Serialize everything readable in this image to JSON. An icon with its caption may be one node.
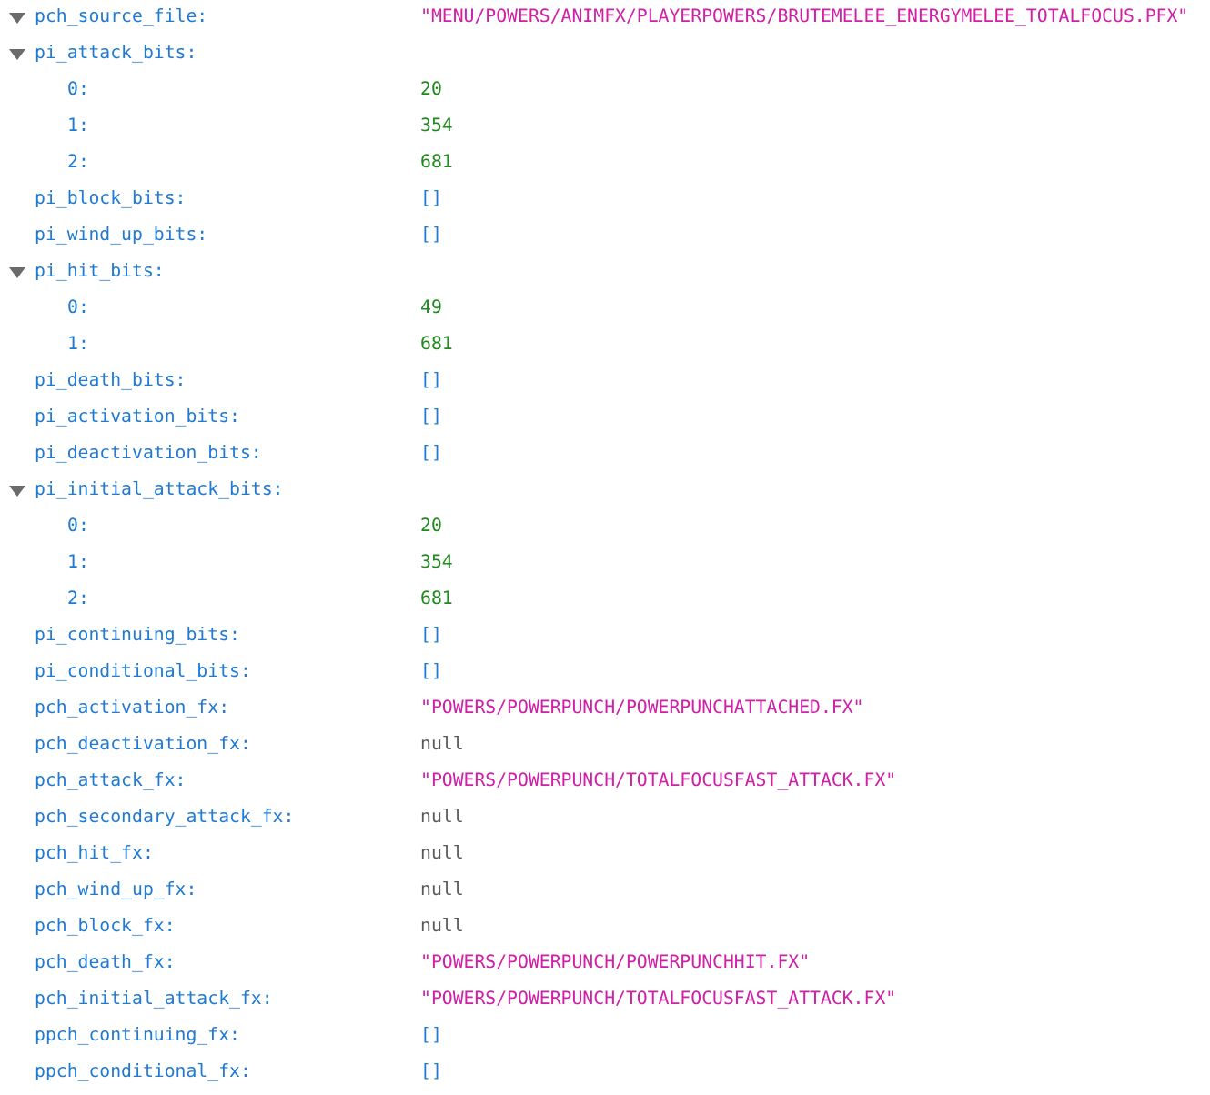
{
  "diagram": {
    "labels": [
      "pch_source_file:",
      "\"MENU/POWERS/ANIMFX/PLAYERPOWERS/BRUTEMELEE_ENERGYMELEE_TOTALFOCUS.PFX\"",
      "pi_attack_bits:",
      "0:",
      "20",
      "1:",
      "354",
      "2:",
      "681",
      "pi_block_bits:",
      "[]",
      "pi_wind_up_bits:",
      "[]",
      "pi_hit_bits:",
      "0:",
      "49",
      "1:",
      "681",
      "pi_death_bits:",
      "[]",
      "pi_activation_bits:",
      "[]",
      "pi_deactivation_bits:",
      "[]",
      "pi_initial_attack_bits:",
      "0:",
      "20",
      "1:",
      "354",
      "2:",
      "681",
      "pi_continuing_bits:",
      "[]",
      "pi_conditional_bits:",
      "[]",
      "pch_activation_fx:",
      "\"POWERS/POWERPUNCH/POWERPUNCHATTACHED.FX\"",
      "pch_deactivation_fx:",
      "null",
      "pch_attack_fx:",
      "\"POWERS/POWERPUNCH/TOTALFOCUSFAST_ATTACK.FX\"",
      "pch_secondary_attack_fx:",
      "null",
      "pch_hit_fx:",
      "null",
      "pch_wind_up_fx:",
      "null",
      "pch_block_fx:",
      "null",
      "pch_death_fx:",
      "\"POWERS/POWERPUNCH/POWERPUNCHHIT.FX\"",
      "pch_initial_attack_fx:",
      "\"POWERS/POWERPUNCH/TOTALFOCUSFAST_ATTACK.FX\"",
      "ppch_continuing_fx:",
      "[]",
      "ppch_conditional_fx:",
      "[]"
    ]
  }
}
